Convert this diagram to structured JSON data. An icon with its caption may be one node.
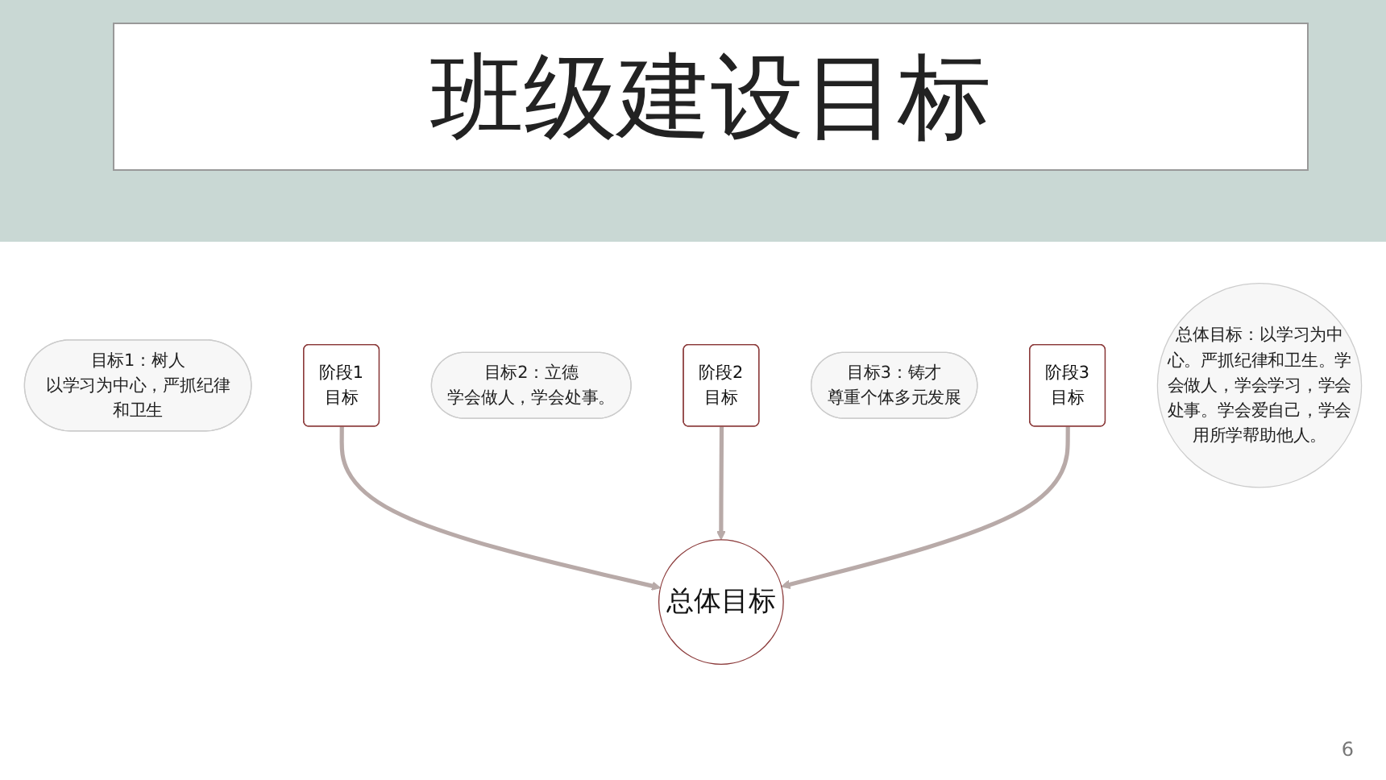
{
  "diagram": {
    "title": "班级建设目标",
    "nodes": [
      {
        "text": [
          "目标1：树人",
          "以学习为中心，严抓纪律和卫生"
        ]
      },
      {
        "text": [
          "阶段1",
          "目标"
        ]
      },
      {
        "text": [
          "目标2：立德",
          "学会做人，学会处事。"
        ]
      },
      {
        "text": [
          "阶段2",
          "目标"
        ]
      },
      {
        "text": [
          "目标3：铸才",
          "尊重个体多元发展"
        ]
      },
      {
        "text": [
          "阶段3",
          "目标"
        ]
      },
      {
        "text": [
          "总体目标：以学习为中心。严抓纪律和卫生。学会做人，学会学习，学会处事。学会爱自己，学会用所学帮助他人。"
        ]
      },
      {
        "text": [
          "总体目标"
        ]
      }
    ],
    "edges": [
      {
        "from": 1,
        "to": 7,
        "arrow": "to"
      },
      {
        "from": 3,
        "to": 7,
        "arrow": "to"
      },
      {
        "from": 5,
        "to": 7,
        "arrow": "to"
      }
    ],
    "labels": [
      "6"
    ]
  }
}
